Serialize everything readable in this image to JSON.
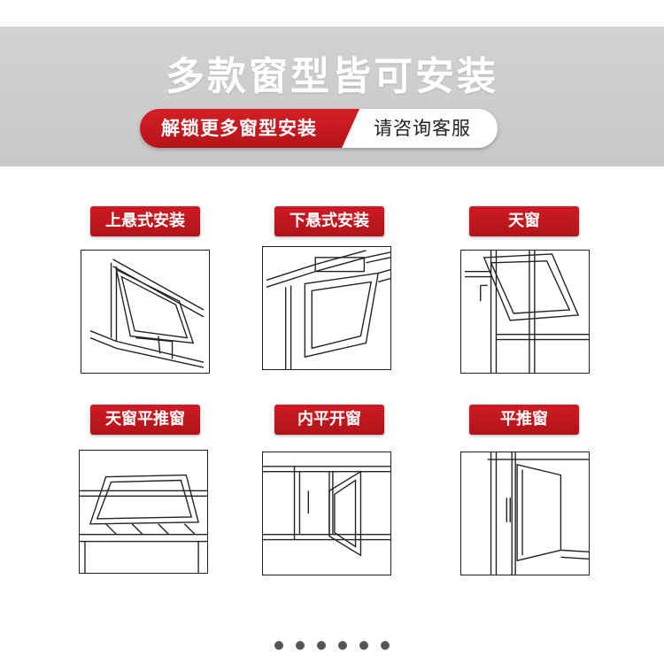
{
  "header": {
    "title": "多款窗型皆可安装",
    "ribbon_left": "解锁更多窗型安装",
    "ribbon_right": "请咨询客服"
  },
  "window_types": [
    {
      "label": "上悬式安装"
    },
    {
      "label": "下悬式安装"
    },
    {
      "label": "天窗"
    },
    {
      "label": "天窗平推窗"
    },
    {
      "label": "内平开窗"
    },
    {
      "label": "平推窗"
    }
  ],
  "colors": {
    "accent_red": "#c4161c",
    "header_gray": "#cccccc"
  },
  "pagination": {
    "total": 6
  }
}
